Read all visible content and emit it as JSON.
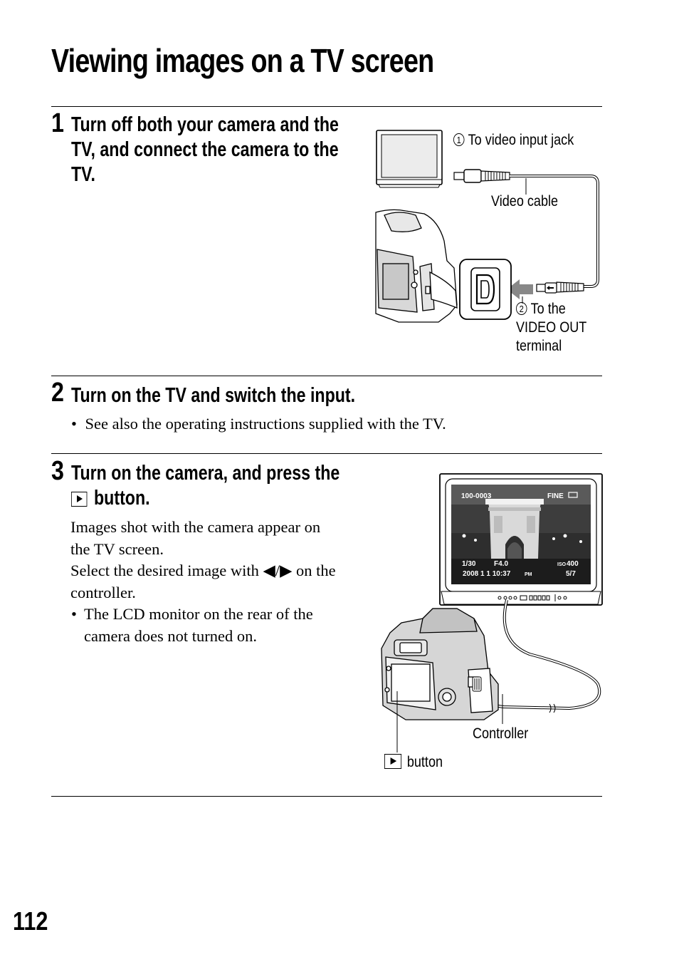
{
  "page": {
    "title": "Viewing images on a TV screen",
    "number": "112"
  },
  "steps": [
    {
      "number": "1",
      "heading_lines": [
        "Turn off both your camera and the",
        "TV, and connect the camera to the",
        "TV."
      ]
    },
    {
      "number": "2",
      "heading": "Turn on the TV and switch the input.",
      "bullet": "See also the operating instructions supplied with the TV."
    },
    {
      "number": "3",
      "heading_line1": "Turn on the camera, and press the",
      "heading_line2": "button.",
      "body_lines": [
        "Images shot with the camera appear on",
        "the TV screen.",
        "Select the desired image with ◀/▶ on the",
        "controller."
      ],
      "bullet_lines": [
        "The LCD monitor on the rear of the",
        "camera does not turned on."
      ]
    }
  ],
  "bullet_char": "•",
  "icons": {
    "playback": "playback-button-icon"
  },
  "diagram1": {
    "callout1_num": "1",
    "callout1": "To video input jack",
    "cable_label": "Video cable",
    "callout2_num": "2",
    "callout2_lines": [
      "To the",
      "VIDEO OUT",
      "terminal"
    ]
  },
  "diagram2": {
    "osd": {
      "folder_file": "100-0003",
      "quality": "FINE",
      "shutter": "1/30",
      "aperture": "F4.0",
      "iso_label": "ISO",
      "iso": "400",
      "date": "2008   1   1 10:37",
      "ampm": "PM",
      "count": "5/7"
    },
    "controller_label": "Controller",
    "button_label": "button"
  }
}
